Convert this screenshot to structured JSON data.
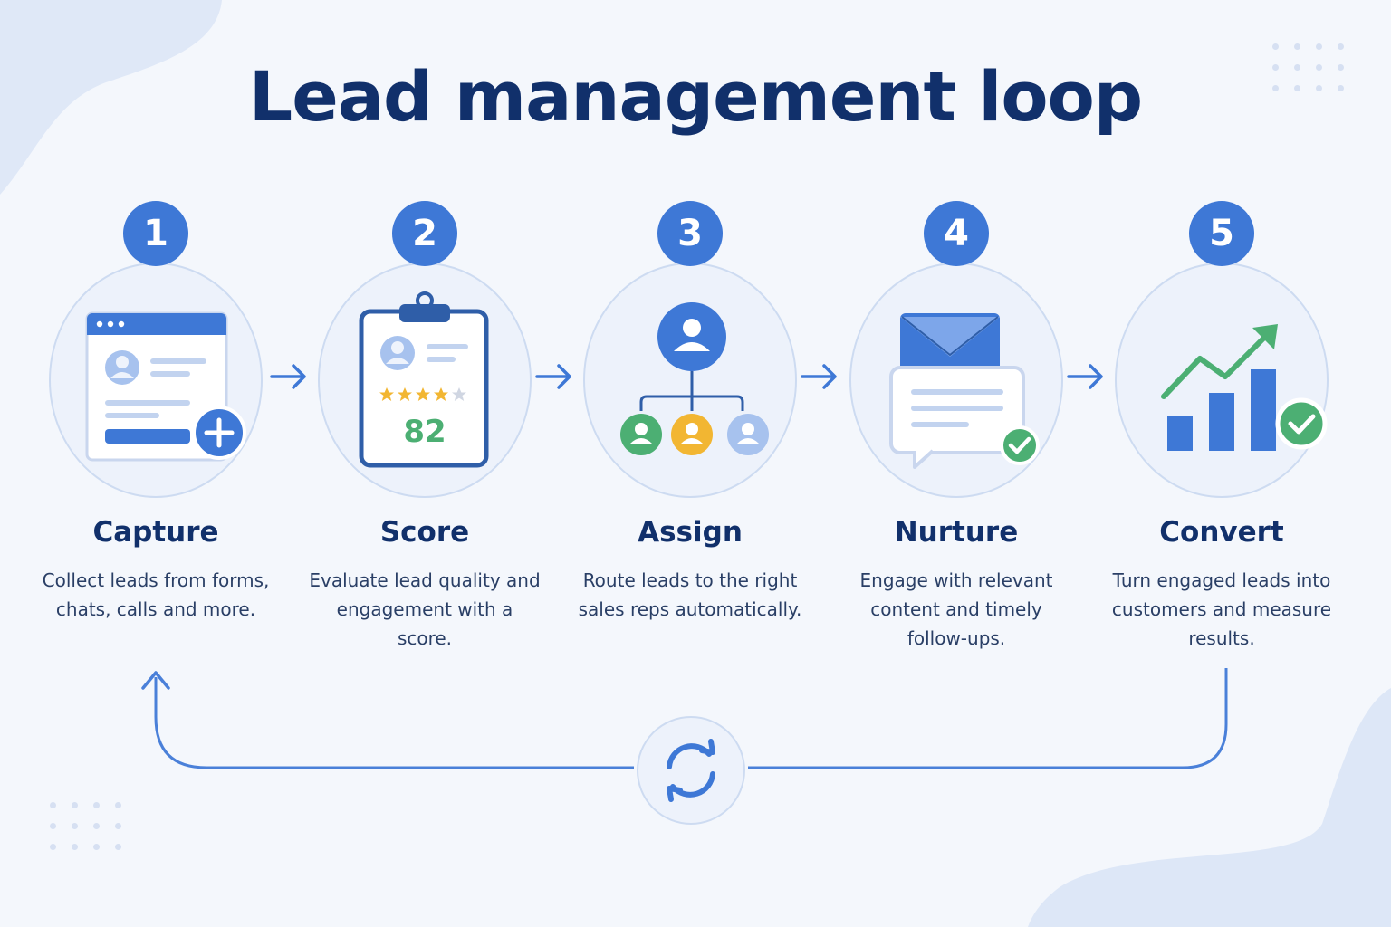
{
  "title": "Lead management loop",
  "colors": {
    "primary": "#3e78d6",
    "dark_navy": "#11306b",
    "green": "#4caf73",
    "yellow": "#f2b632",
    "light_ring": "#edf2fb"
  },
  "steps": [
    {
      "number": "1",
      "title": "Capture",
      "desc": "Collect leads from forms, chats, calls and more.",
      "icon": "web-form-plus-icon"
    },
    {
      "number": "2",
      "title": "Score",
      "desc": "Evaluate lead quality and engagement with a score.",
      "icon": "clipboard-score-icon",
      "score_value": "82",
      "rating": 4,
      "rating_max": 5
    },
    {
      "number": "3",
      "title": "Assign",
      "desc": "Route leads to the right sales reps automatically.",
      "icon": "org-chart-icon"
    },
    {
      "number": "4",
      "title": "Nurture",
      "desc": "Engage with relevant content and timely follow-ups.",
      "icon": "email-chat-icon"
    },
    {
      "number": "5",
      "title": "Convert",
      "desc": "Turn engaged leads into customers and measure results.",
      "icon": "growth-chart-icon"
    }
  ],
  "loop_icon": "refresh-cycle-icon"
}
